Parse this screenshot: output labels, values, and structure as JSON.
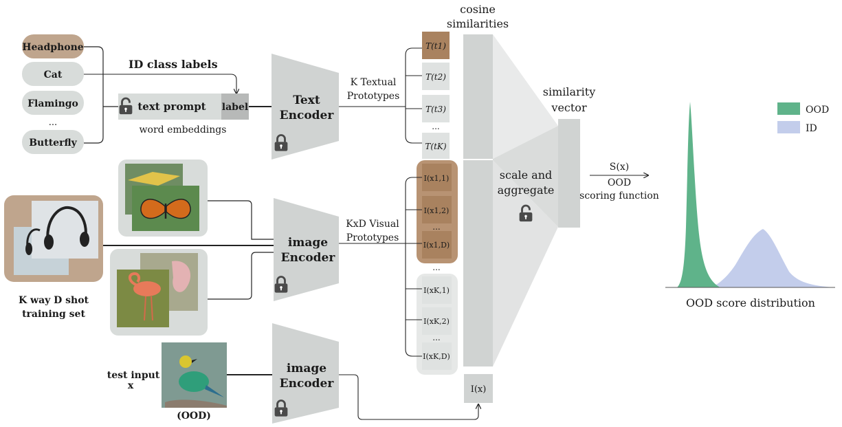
{
  "class_labels": [
    "Headphone",
    "Cat",
    "Flamingo",
    "...",
    "Butterfly"
  ],
  "id_class_labels_title": "ID class labels",
  "prompt": {
    "text": "text prompt",
    "label": "label",
    "caption": "word embeddings"
  },
  "text_encoder": {
    "line1": "Text",
    "line2": "Encoder"
  },
  "image_encoder_top": {
    "line1": "image",
    "line2": "Encoder"
  },
  "image_encoder_bottom": {
    "line1": "image",
    "line2": "Encoder"
  },
  "textual_prototypes": {
    "line1": "K Textual",
    "line2": "Prototypes",
    "items": [
      "T(t1)",
      "T(t2)",
      "T(t3)",
      "...",
      "T(tK)"
    ]
  },
  "visual_prototypes": {
    "line1": "KxD Visual",
    "line2": "Prototypes",
    "group1": [
      "I(x1,1)",
      "I(x1,2)",
      "...",
      "I(x1,D)"
    ],
    "between": "...",
    "groupK": [
      "I(xK,1)",
      "I(xK,2)",
      "...",
      "I(xK,D)"
    ]
  },
  "cosine": {
    "line1": "cosine",
    "line2": "similarities"
  },
  "scale": {
    "line1": "scale and",
    "line2": "aggregate"
  },
  "similarity_vector": {
    "line1": "similarity",
    "line2": "vector"
  },
  "scoring": {
    "top": "S(x)",
    "line2": "OOD",
    "line3": "scoring function"
  },
  "test_image_feature": "I(x)",
  "training_set": {
    "line1": "K way D shot",
    "line2": "training set"
  },
  "test_input": {
    "line1": "test input",
    "line2": "x",
    "ood": "(OOD)"
  },
  "legend": [
    {
      "label": "OOD",
      "color": "#5fb38a"
    },
    {
      "label": "ID",
      "color": "#c3cdeb"
    }
  ],
  "distribution_title": "OOD score distribution",
  "colors": {
    "pill": "#d8dcda",
    "pill_highlight": "#bfa58d",
    "encoder": "#d0d3d2",
    "prototype_box": "#dfe2e1",
    "prototype_group": "#b89373",
    "prototype_cell": "#a9825f",
    "lock": "#4a4a4a"
  }
}
